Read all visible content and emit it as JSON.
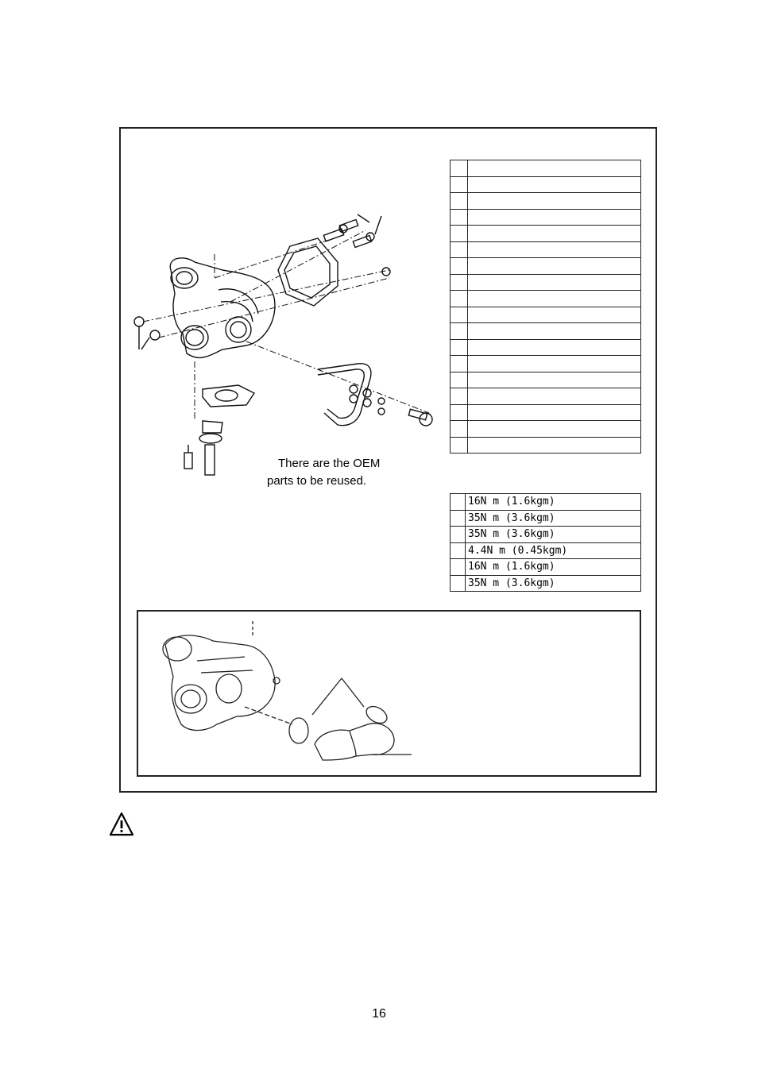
{
  "note": {
    "line1": "There are the OEM",
    "line2": "parts to be reused."
  },
  "torque_table": [
    {
      "num": "",
      "value": "16N m (1.6kgm)"
    },
    {
      "num": "",
      "value": "35N m (3.6kgm)"
    },
    {
      "num": "",
      "value": "35N m (3.6kgm)"
    },
    {
      "num": "",
      "value": "4.4N m (0.45kgm)"
    },
    {
      "num": "",
      "value": "16N m (1.6kgm)"
    },
    {
      "num": "",
      "value": "35N m (3.6kgm)"
    }
  ],
  "parts_table_rows": 18,
  "warning_icon": "warning-triangle-icon",
  "page_number": "16"
}
